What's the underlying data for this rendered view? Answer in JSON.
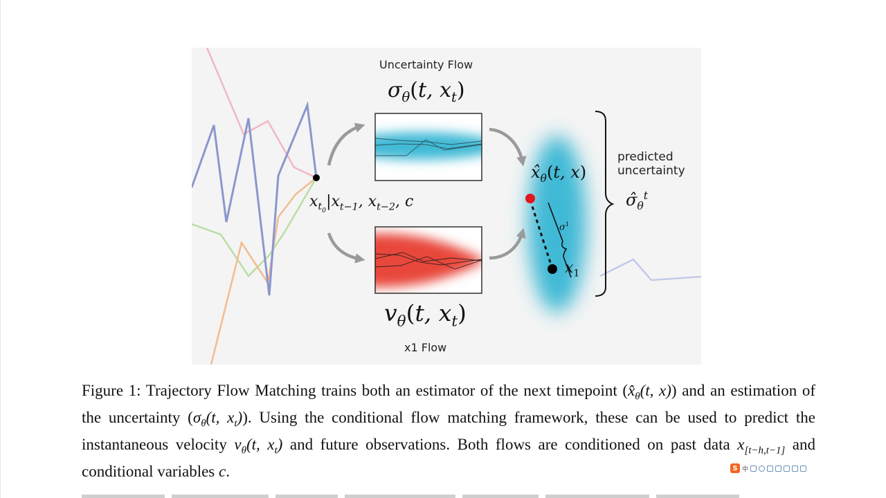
{
  "figure": {
    "labels": {
      "uncertainty_flow": "Uncertainty Flow",
      "x1_flow": "x1 Flow",
      "predicted": "predicted",
      "uncertainty": "uncertainty"
    },
    "math": {
      "sigma_theta": "σθ(t, xt)",
      "v_theta": "vθ(t, xt)",
      "x_hat": "x̂θ(t, x)",
      "condition": "xt0|xt−1, xt−2, c",
      "sigma1": "σ1",
      "x1": "x1",
      "sigma_hat": "σ̂θt"
    },
    "colors": {
      "uncertainty_blue": "#3fb9d6",
      "x1_red": "#e8463a",
      "series_blue": "#8a97cc",
      "series_pink": "#efb8c3",
      "series_green": "#b9dda4",
      "series_orange": "#f3bb8f",
      "arrow_gray": "#9a9a9a",
      "red_point": "#e3161b"
    }
  },
  "caption": {
    "p1": "Figure 1: Trajectory Flow Matching trains both an estimator of the next timepoint (",
    "m1": "x̂θ(t, x)",
    "p2": ") and an estimation of the uncertainty (",
    "m2": "σθ(t, xt)",
    "p3": "). Using the conditional flow matching framework, these can be used to predict the instantaneous velocity ",
    "m3": "vθ(t, xt)",
    "p4": " and future observations. Both flows are conditioned on past data ",
    "m4": "x[t−h,t−1]",
    "p5": " and conditional variables ",
    "m5": "c",
    "p6": "."
  },
  "ime_bar": {
    "logo": "S",
    "lang": "中"
  }
}
